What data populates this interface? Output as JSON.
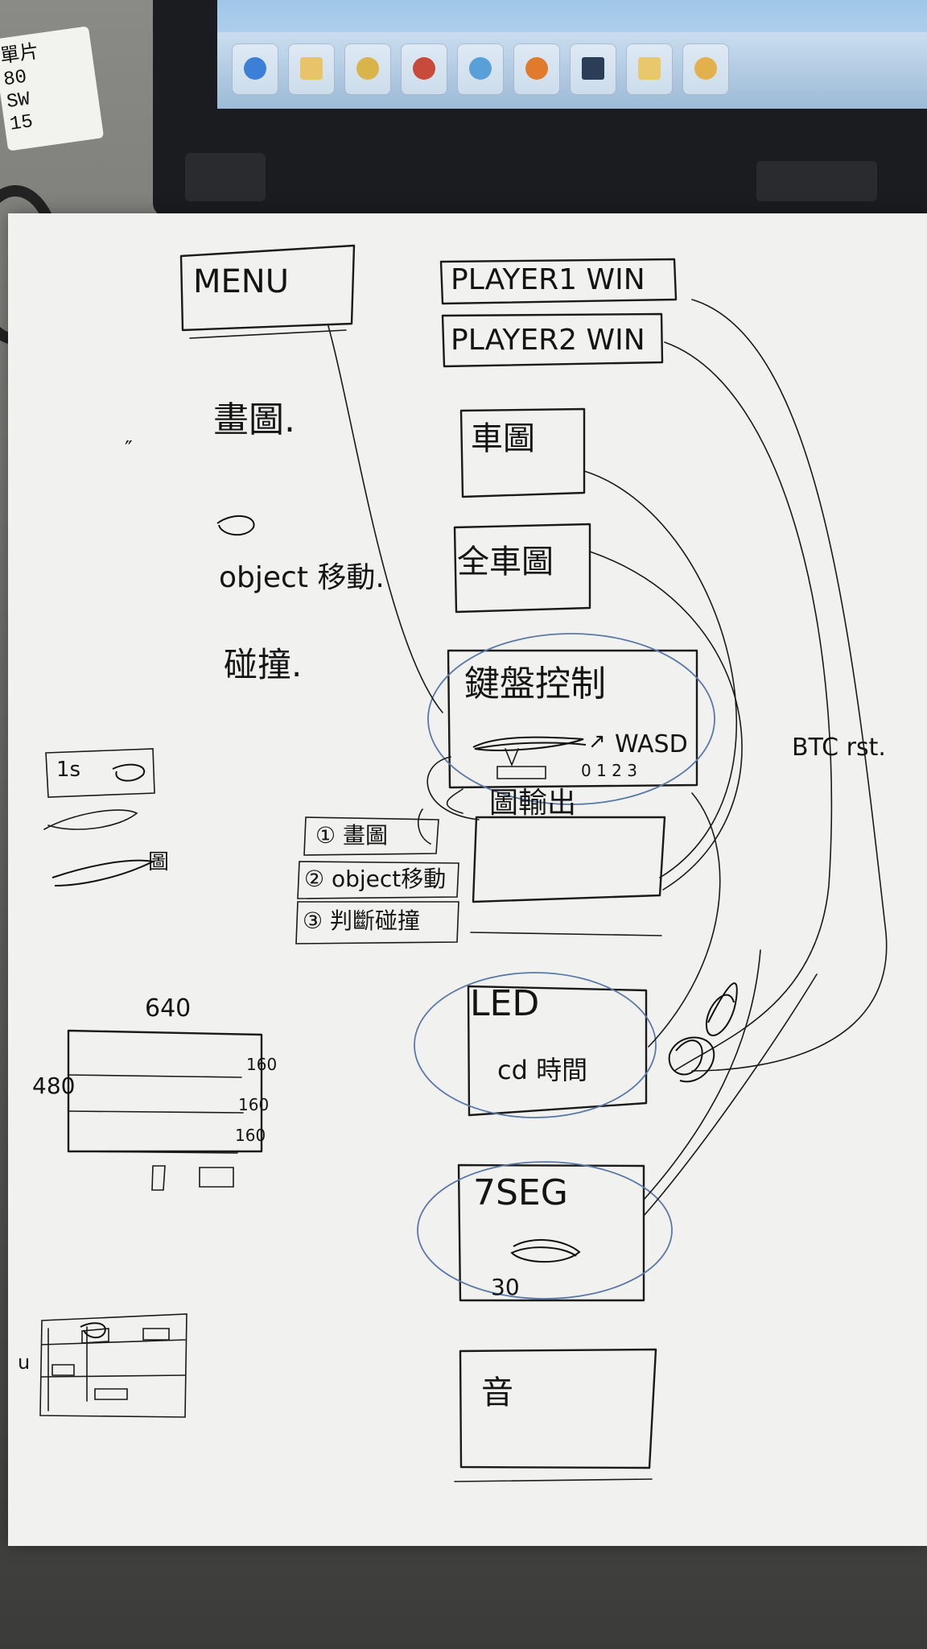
{
  "sticker": {
    "text": "單片\n80\nSW\n15"
  },
  "menu": {
    "label": "MENU"
  },
  "left_notes": [
    "畫圖.",
    "object 移動.",
    "碰撞."
  ],
  "left_mark": "″",
  "blocks": {
    "player1": "PLAYER1 WIN",
    "player2": "PLAYER2 WIN",
    "car_img": "車圖",
    "full_img": "全車圖",
    "keyboard": "鍵盤控制",
    "keyboard_keys": "WASD",
    "keyboard_nums": "0 1 2 3",
    "keyboard_arrow": "↗",
    "img_output": "圖輸出",
    "led": "LED",
    "led_sub": "cd 時間",
    "seg7": "7SEG",
    "seg7_sub": "30",
    "sound": "音"
  },
  "steps": [
    "① 畫圖",
    "② object移動",
    "③ 判斷碰撞"
  ],
  "side_label": "BTC rst.",
  "mini_notes": {
    "row1": "1s",
    "row3": "圖"
  },
  "screen_layout": {
    "width_label": "640",
    "height_label": "480",
    "row_labels": [
      "160",
      "160",
      "160"
    ]
  },
  "corner_label": "u"
}
